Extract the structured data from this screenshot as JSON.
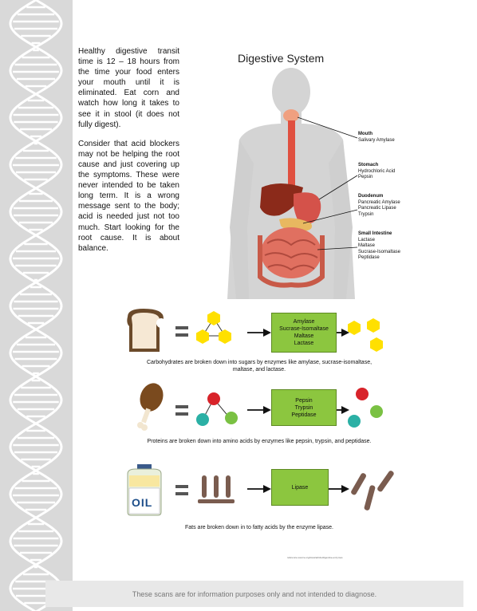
{
  "intro": {
    "paragraph1": "Healthy digestive transit time is 12 – 18 hours from the time your food enters your mouth until it is eliminated. Eat corn and watch how long it takes to see it in stool (it does not fully digest).",
    "paragraph2": "Consider that acid blockers may not be helping the root cause and just covering up the symptoms. These were never intended to be taken long term. It is a wrong message sent to the body; acid is needed just not too much. Start looking for the root cause. It is about balance."
  },
  "diagram": {
    "title": "Digestive System",
    "organs": [
      {
        "name": "Mouth",
        "enzymes": [
          "Salivary Amylase"
        ]
      },
      {
        "name": "Stomach",
        "enzymes": [
          "Hydrochloric Acid",
          "Pepsin"
        ]
      },
      {
        "name": "Duodenum",
        "enzymes": [
          "Pancreatic Amylase",
          "Pancreatic Lipase",
          "Trypsin"
        ]
      },
      {
        "name": "Small Intestine",
        "enzymes": [
          "Lactase",
          "Maltase",
          "Sucrase-Isomaltase",
          "Peptidase"
        ]
      }
    ]
  },
  "rows": {
    "carbs": {
      "enzymes": [
        "Amylase",
        "Sucrase-Isomaltase",
        "Maltase",
        "Lactase"
      ],
      "caption_line1": "Carbohydrates are broken down into sugars by enzymes like amylase, sucrase-isomaltase,",
      "caption_line2": "maltase, and lactase."
    },
    "proteins": {
      "enzymes": [
        "Pepsin",
        "Trypsin",
        "Peptidase"
      ],
      "caption": "Proteins are broken down into amino acids by enzymes like pepsin, trypsin, and peptidase."
    },
    "fats": {
      "enzymes": [
        "Lipase"
      ],
      "oil_label": "OIL",
      "caption": "Fats are broken down in to fatty acids by the enzyme lipase."
    }
  },
  "source_url": "reference.source.org/www/article/digestive-enzymes",
  "footer": "These scans are for information purposes only and not intended to diagnose.",
  "colors": {
    "sidebar": "#d9d9d9",
    "enzyme_box": "#8cc63f",
    "sugar": "#ffe000",
    "amino_red": "#d8232a",
    "amino_teal": "#2bb0a5",
    "amino_green": "#7ac143",
    "fatty_acid": "#7a5c4f",
    "body": "#d4d4d4"
  }
}
